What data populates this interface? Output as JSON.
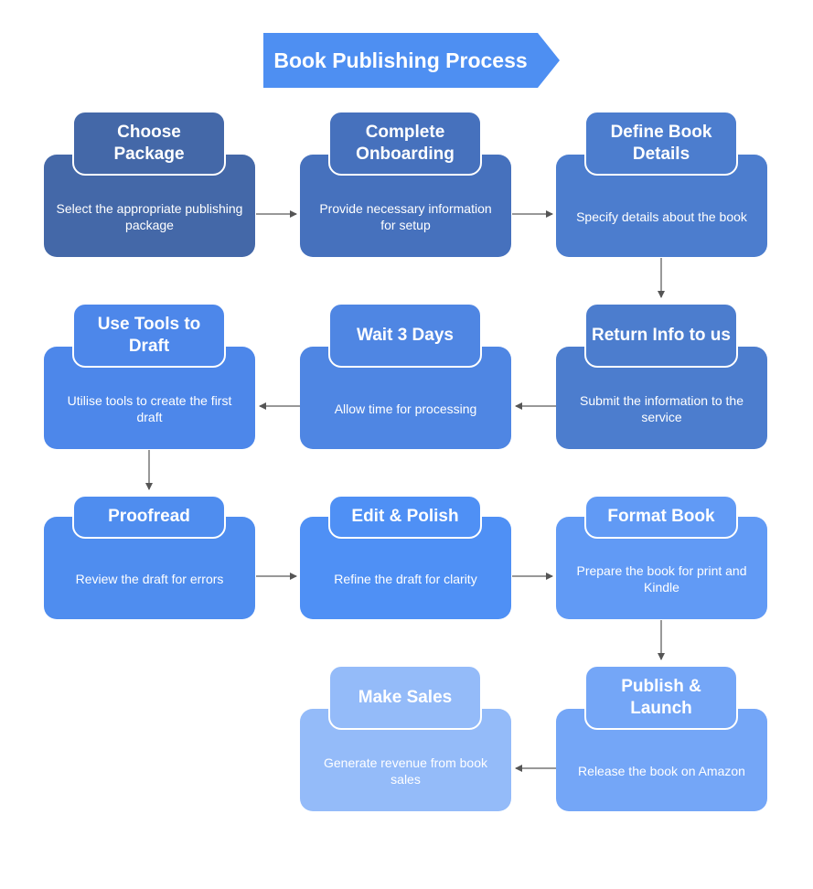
{
  "title": "Book Publishing Process",
  "colors": {
    "banner": "#4e8ff2",
    "arrow": "#555555",
    "step1": "#4468a8",
    "step2": "#4671bd",
    "step3": "#4c7dce",
    "step4": "#4c7dce",
    "step5": "#4f86e3",
    "step6": "#4d87ea",
    "step7": "#4f8def",
    "step8": "#4f90f5",
    "step9": "#619af5",
    "step10": "#74a6f7",
    "step11": "#94bbf9"
  },
  "steps": [
    {
      "title": "Choose Package",
      "description": "Select the appropriate publishing package"
    },
    {
      "title": "Complete Onboarding",
      "description": "Provide necessary information for setup"
    },
    {
      "title": "Define Book Details",
      "description": "Specify details about the book"
    },
    {
      "title": "Return Info to us",
      "description": "Submit the information to the service"
    },
    {
      "title": "Wait 3 Days",
      "description": "Allow time for processing"
    },
    {
      "title": "Use Tools to Draft",
      "description": "Utilise tools to create the first draft"
    },
    {
      "title": "Proofread",
      "description": "Review the draft for errors"
    },
    {
      "title": "Edit & Polish",
      "description": "Refine the draft for clarity"
    },
    {
      "title": "Format Book",
      "description": "Prepare the book for print and Kindle"
    },
    {
      "title": "Publish & Launch",
      "description": "Release the book on Amazon"
    },
    {
      "title": "Make Sales",
      "description": "Generate revenue from book sales"
    }
  ]
}
